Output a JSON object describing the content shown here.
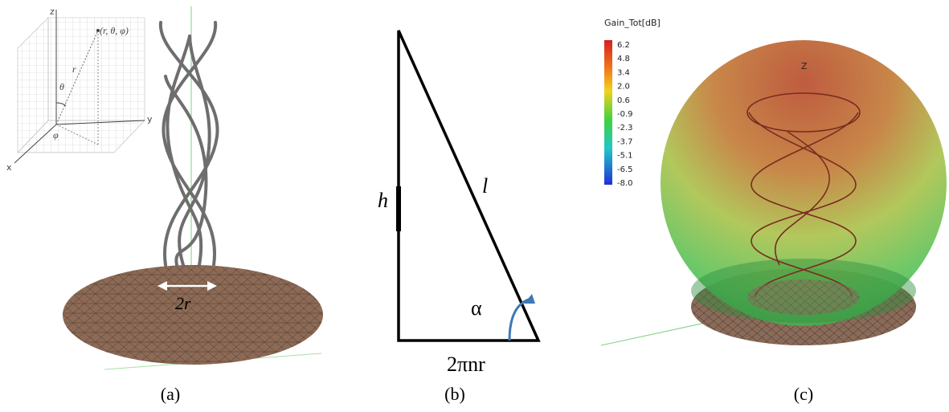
{
  "panel_a": {
    "axis_z": "z",
    "axis_y": "y",
    "axis_x": "x",
    "point_label": "(r, θ, φ)",
    "r_label": "r",
    "theta_label": "θ",
    "phi_label": "φ",
    "diameter_label": "2r",
    "caption": "(a)"
  },
  "panel_b": {
    "h_label": "h",
    "l_label": "l",
    "alpha_label": "α",
    "base_label": "2πnr",
    "caption": "(b)"
  },
  "panel_c": {
    "legend_title": "Gain_Tot[dB]",
    "legend_ticks": [
      "6.2",
      "4.8",
      "3.4",
      "2.0",
      "0.6",
      "-0.9",
      "-2.3",
      "-3.7",
      "-5.1",
      "-6.5",
      "-8.0"
    ],
    "z_label": "Z",
    "caption": "(c)"
  },
  "colors": {
    "helix": "#6e6e6e",
    "ground": "#8a6a58",
    "arrow_white": "#ffffff",
    "alpha_arc": "#3f78b5"
  }
}
